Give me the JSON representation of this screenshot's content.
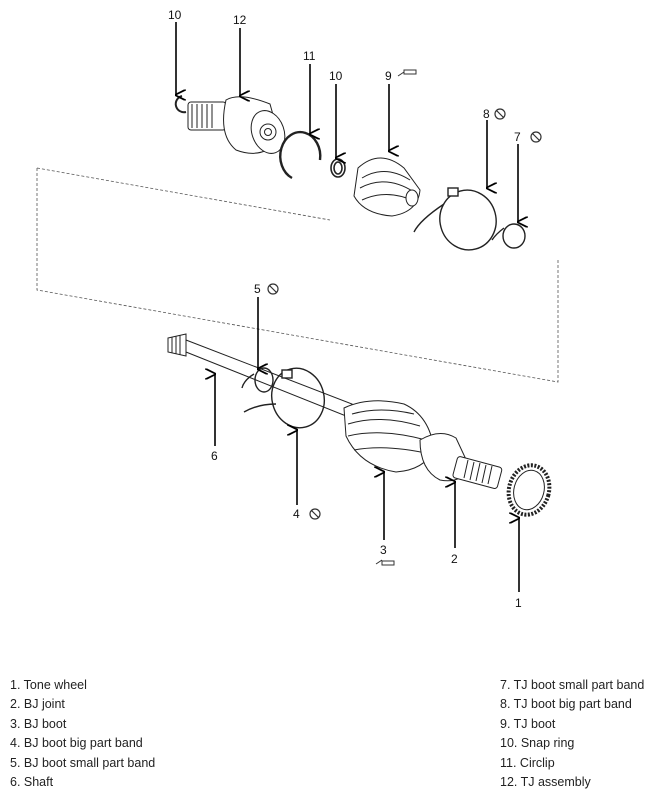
{
  "callouts": {
    "c1": "1",
    "c2": "2",
    "c3": "3",
    "c4": "4",
    "c5": "5",
    "c6": "6",
    "c7": "7",
    "c8": "8",
    "c9": "9",
    "c10a": "10",
    "c10b": "10",
    "c11": "11",
    "c12": "12"
  },
  "legend": {
    "left": [
      "1. Tone wheel",
      "2. BJ joint",
      "3. BJ boot",
      "4. BJ boot big part band",
      "5. BJ boot small part band",
      "6. Shaft"
    ],
    "right": [
      "7. TJ boot small part band",
      "8. TJ boot big part band",
      "9. TJ boot",
      "10. Snap ring",
      "11. Circlip",
      "12. TJ assembly"
    ]
  },
  "colors": {
    "line": "#222222",
    "light": "#cccccc",
    "callout_leader": "#000000"
  },
  "icons": [
    "do-not-reuse-icon",
    "grease-icon"
  ]
}
